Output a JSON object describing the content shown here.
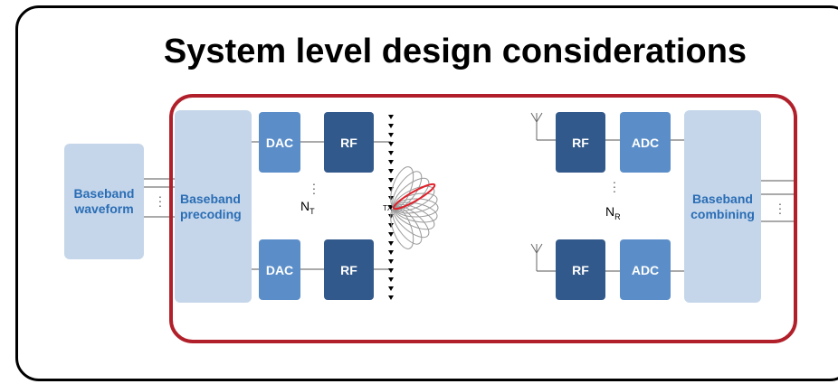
{
  "title": "System level design considerations",
  "blocks": {
    "baseband_waveform": [
      "Baseband",
      "waveform"
    ],
    "baseband_precoding": [
      "Baseband",
      "precoding"
    ],
    "baseband_combining": [
      "Baseband",
      "combining"
    ],
    "dac": "DAC",
    "adc": "ADC",
    "rf": "RF"
  },
  "labels": {
    "nt_main": "N",
    "nt_sub": "T",
    "nr_main": "N",
    "nr_sub": "R",
    "tx": "TX"
  },
  "colors": {
    "highlight_border": "#b1202a",
    "light_block": "#c5d6ea",
    "mid_block": "#5b8ec9",
    "dark_block": "#32598b",
    "beam_red": "#e0212b"
  }
}
